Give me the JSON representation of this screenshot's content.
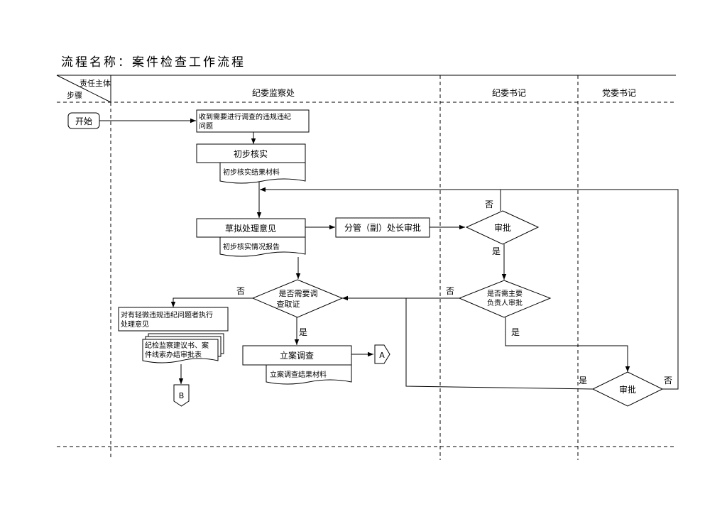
{
  "title": "流程名称：案件检查工作流程",
  "header": {
    "corner_top": "责任主体",
    "corner_bottom": "步骤",
    "lanes": [
      "纪委监察处",
      "纪委书记",
      "党委书记"
    ]
  },
  "nodes": {
    "start": "开始",
    "receive_line1": "收到需要进行调查的违规违纪",
    "receive_line2": "问题",
    "initial_verify": "初步核实",
    "initial_verify_doc": "初步核实结果材料",
    "draft_opinion": "草拟处理意见",
    "initial_report_doc": "初步核实情况报告",
    "deputy_approve": "分管（副）处长审批",
    "approve1": "审批",
    "need_investigate_line1": "是否需要调",
    "need_investigate_line2": "查取证",
    "need_principal_line1": "是否需主要",
    "need_principal_line2": "负责人审批",
    "minor_handle_line1": "对有轻微违规违纪问题者执行",
    "minor_handle_line2": "处理意见",
    "suggestion_doc_line1": "纪检监察建议书、案",
    "suggestion_doc_line2": "件线索办结审批表",
    "file_case": "立案调查",
    "file_case_doc": "立案调查结果材料",
    "connector_a": "A",
    "connector_b": "B",
    "approve2": "审批"
  },
  "edge_labels": {
    "approve1_no": "否",
    "approve1_yes": "是",
    "investigate_no": "否",
    "investigate_yes": "是",
    "principal_no": "否",
    "principal_yes": "是",
    "approve2_yes": "是",
    "approve2_no": "否"
  }
}
